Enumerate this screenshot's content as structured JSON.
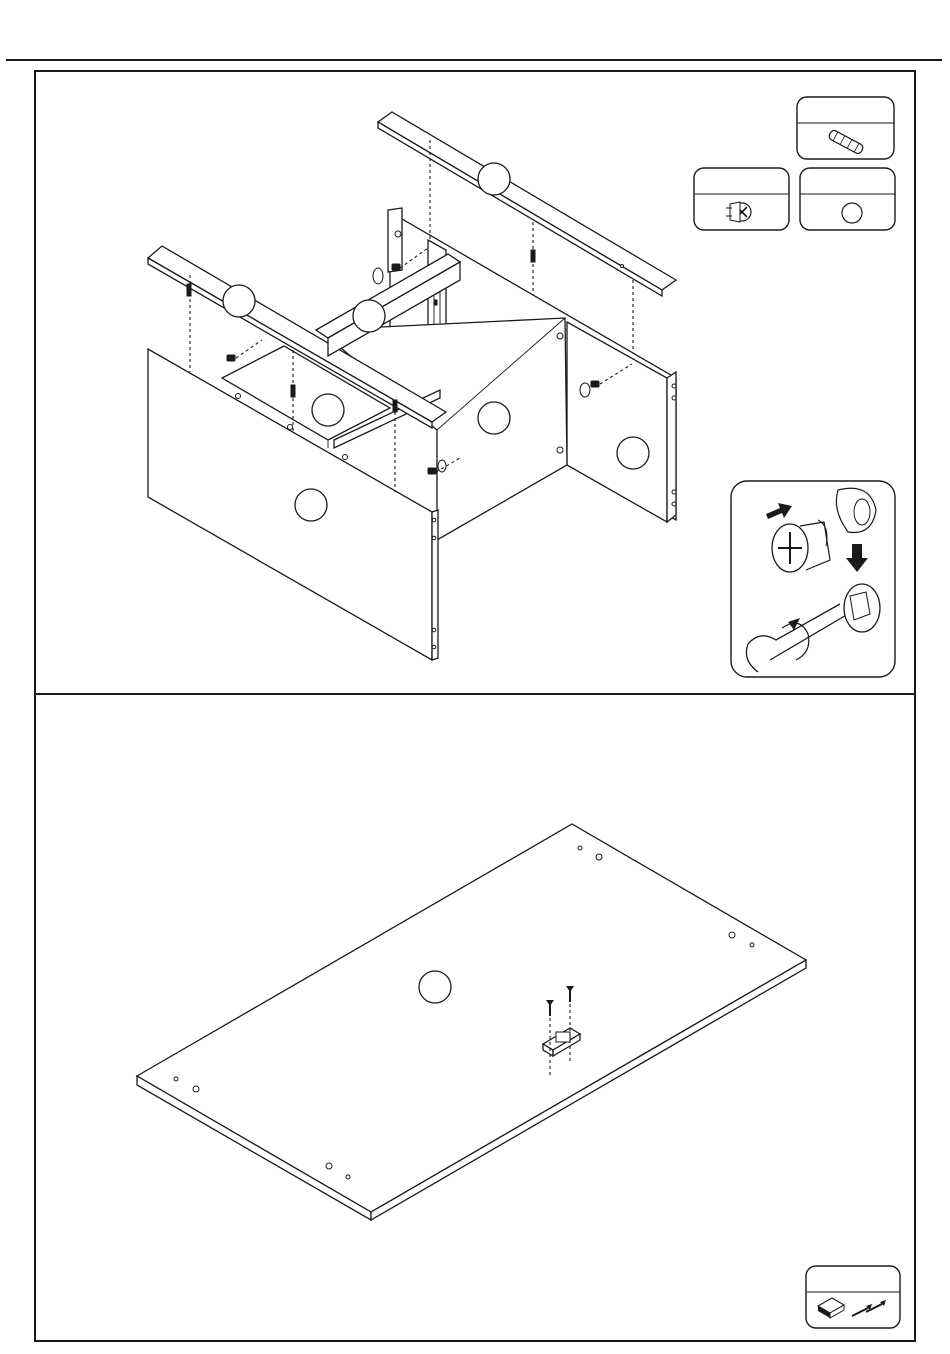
{
  "page": {
    "top_rule": "horizontal-rule",
    "steps": [
      {
        "name": "step-cabinet-assembly"
      },
      {
        "name": "step-top-panel"
      }
    ]
  },
  "hardware": {
    "dowel": "wood-dowel-icon",
    "cam_bolt": "cam-bolt-icon",
    "cam_lock": "cam-lock-icon",
    "bracket_screws": "bracket-and-screws-icon"
  },
  "inset": {
    "name": "cam-lock-installation-detail",
    "arrows": [
      "insert-arrow-icon",
      "down-arrow-icon",
      "rotate-arrow-icon"
    ]
  },
  "part_callouts": {
    "step1": [
      "",
      "",
      "",
      "",
      "",
      "",
      ""
    ],
    "step2": [
      ""
    ]
  },
  "colors": {
    "line": "#1a1a1a",
    "paper": "#ffffff"
  }
}
